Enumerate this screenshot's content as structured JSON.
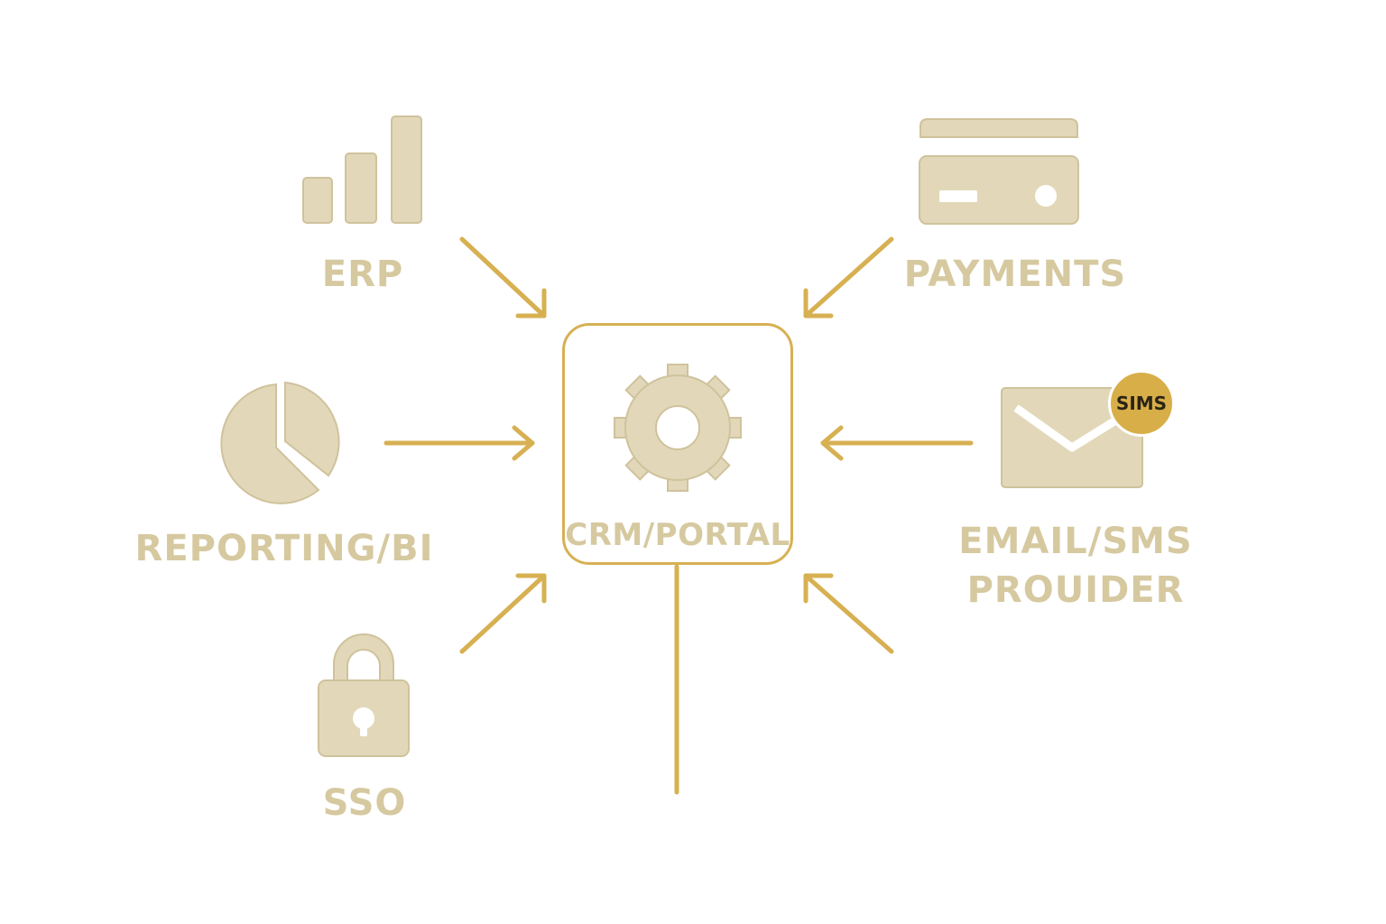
{
  "colors": {
    "accent": "#d7b052",
    "icon_fill": "#e2d8b9",
    "icon_stroke": "#cfc29c",
    "label": "#d6c9a0",
    "badge": "#d8ae48"
  },
  "hub": {
    "label": "CRM/PORTAL",
    "icon": "gear-icon"
  },
  "nodes": {
    "erp": {
      "label": "ERP",
      "icon": "bar-chart-icon"
    },
    "payments": {
      "label": "PAYMENTS",
      "icon": "credit-card-icon"
    },
    "reporting": {
      "label": "REPORTING/BI",
      "icon": "pie-chart-icon"
    },
    "email": {
      "label_line1": "EMAIL/SMS",
      "label_line2": "PROUIDER",
      "icon": "envelope-icon",
      "badge": "SIMS"
    },
    "sso": {
      "label": "SSO",
      "icon": "padlock-icon"
    }
  }
}
